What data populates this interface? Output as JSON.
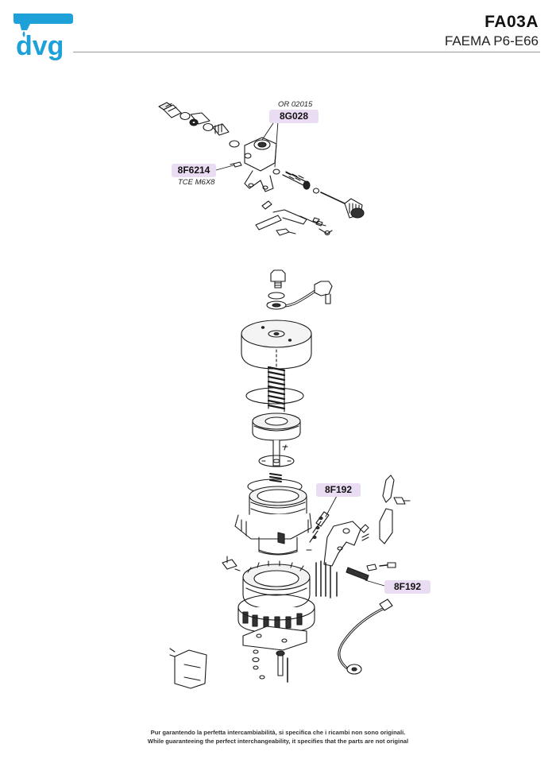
{
  "header": {
    "brand": "dvg",
    "code": "FA03A",
    "model": "FAEMA P6-E66"
  },
  "callouts": [
    {
      "id": "c1",
      "code": "8G028",
      "caption": "OR 02015"
    },
    {
      "id": "c2",
      "code": "8F6214",
      "caption": "TCE M6X8"
    },
    {
      "id": "c3",
      "code": "8F192",
      "caption": ""
    },
    {
      "id": "c4",
      "code": "8F192",
      "caption": ""
    }
  ],
  "footer": {
    "line_it": "Pur garantendo la perfetta intercambiabilità, si specifica che i ricambi non sono originali.",
    "line_en": "While guaranteeing the perfect interchangeability, it specifies that the parts are not original"
  },
  "colors": {
    "brand_blue": "#1ea1d9",
    "callout_fill": "#eadcf3",
    "line": "#1a1a1a"
  }
}
